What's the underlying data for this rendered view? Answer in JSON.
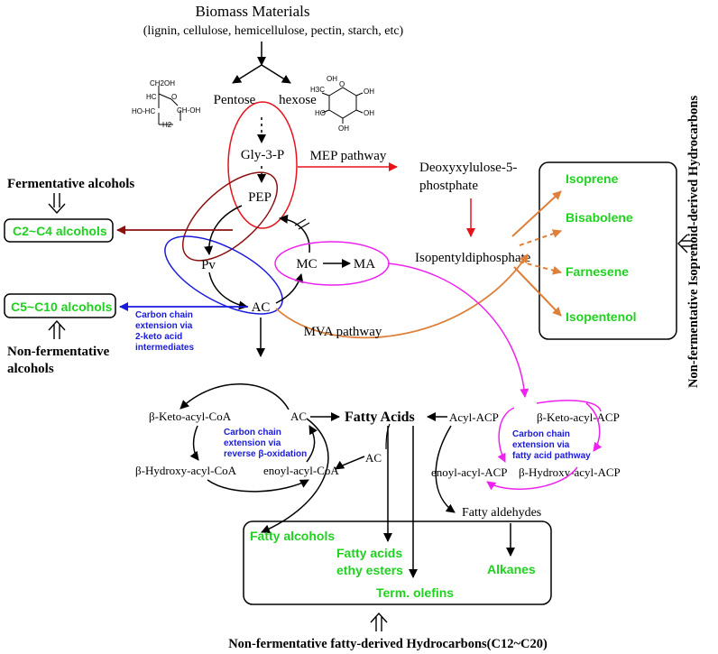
{
  "header": {
    "title": "Biomass Materials",
    "subtitle": "(lignin, cellulose, hemicellulose, pectin, starch, etc)"
  },
  "sugars": {
    "pentose": "Pentose",
    "hexose": "hexose"
  },
  "molecule_labels": {
    "pentose": [
      "CH2OH",
      "O",
      "HC",
      "CH-OH",
      "HO-HC",
      "H2"
    ],
    "hexose": [
      "OH",
      "H3C",
      "O",
      "OH",
      "HO",
      "OH",
      "OH"
    ]
  },
  "glycolysis": {
    "g3p": "Gly-3-P",
    "pep": "PEP",
    "pv": "Pv",
    "ac": "AC",
    "mc": "MC",
    "ma": "MA"
  },
  "mep": {
    "label": "MEP pathway",
    "product_line1": "Deoxyxylulose-5-",
    "product_line2": "phostphate"
  },
  "mva": {
    "label": "MVA pathway"
  },
  "ipp": "Isopentyldiphosphate",
  "isoprenoids": {
    "products": [
      "Isoprene",
      "Bisabolene",
      "Farnesene",
      "Isopentenol"
    ],
    "side_label": "Non-fermentative Isoprenoid-derived Hydrocarbons"
  },
  "fermentative": {
    "heading": "Fermentative alcohols",
    "box": "C2~C4 alcohols"
  },
  "nonfermentative": {
    "box": "C5~C10 alcohols",
    "heading_line1": "Non-fermentative",
    "heading_line2": "alcohols",
    "keto_note": [
      "Carbon chain",
      "extension via",
      "2-keto acid",
      "intermediates"
    ]
  },
  "reverse_beta": {
    "keto": "β-Keto-acyl-CoA",
    "ac": "AC",
    "hydroxy": "β-Hydroxy-acyl-CoA",
    "enoyl": "enoyl-acyl-CoA",
    "note": [
      "Carbon chain",
      "extension via",
      "reverse β-oxidation"
    ]
  },
  "fatty": {
    "fatty_acids": "Fatty Acids",
    "acyl_acp": "Acyl-ACP",
    "keto_acp": "β-Keto-acyl-ACP",
    "enoyl_acp": "enoyl-acyl-ACP",
    "hydroxy_acp": "β-Hydroxy-acyl-ACP",
    "note": [
      "Carbon chain",
      "extension via",
      "fatty acid pathway"
    ],
    "ac": "AC",
    "aldehydes": "Fatty aldehydes"
  },
  "fatty_products": {
    "alcohols": "Fatty alcohols",
    "esters_line1": "Fatty acids",
    "esters_line2": "ethy esters",
    "alkanes": "Alkanes",
    "olefins": "Term. olefins"
  },
  "footer": "Non-fermentative fatty-derived Hydrocarbons(C12~C20)",
  "colors": {
    "green": "#1fd21f",
    "blue": "#1a1adc",
    "red": "#e8121b",
    "darkred": "#8b1010",
    "magenta": "#ee22ee",
    "orange": "#de7f3a",
    "navy": "#1a1acc"
  }
}
